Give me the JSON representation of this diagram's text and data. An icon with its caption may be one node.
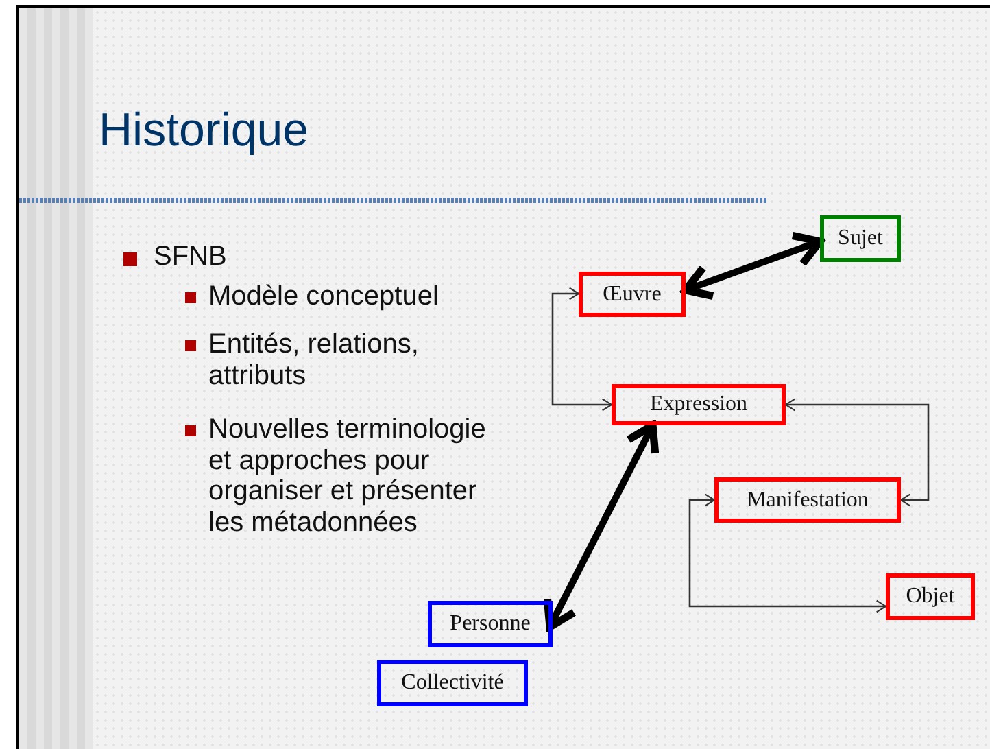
{
  "diagram": {
    "title": "Historique",
    "nodes": [
      {
        "text": [
          "Œuvre"
        ]
      },
      {
        "text": [
          "Sujet"
        ]
      },
      {
        "text": [
          "Expression"
        ]
      },
      {
        "text": [
          "Manifestation"
        ]
      },
      {
        "text": [
          "Objet"
        ]
      },
      {
        "text": [
          "Personne"
        ]
      },
      {
        "text": [
          "Collectivité"
        ]
      }
    ],
    "edges": [
      {
        "from": 0,
        "to": 1,
        "arrow": "both",
        "style": "thick"
      },
      {
        "from": 0,
        "to": 2,
        "arrow": "both"
      },
      {
        "from": 3,
        "to": 2,
        "arrow": "both"
      },
      {
        "from": 3,
        "to": 4,
        "arrow": "both"
      },
      {
        "from": 2,
        "to": 5,
        "arrow": "both",
        "style": "thick"
      }
    ],
    "labels": [
      "SFNB",
      "Modèle conceptuel",
      "Entités, relations, attributs",
      "Nouvelles terminologie et approches pour organiser et présenter les métadonnées"
    ]
  }
}
